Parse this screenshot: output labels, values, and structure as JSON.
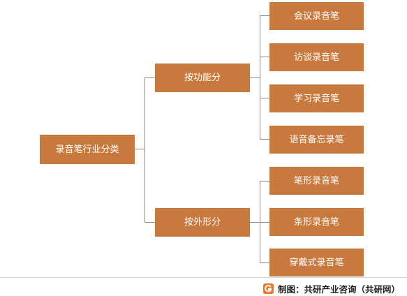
{
  "root": {
    "label": "录音笔行业分类"
  },
  "branches": [
    {
      "label": "按功能分",
      "children": [
        "会议录音笔",
        "访谈录音笔",
        "学习录音笔",
        "语音备忘录笔"
      ]
    },
    {
      "label": "按外形分",
      "children": [
        "笔形录音笔",
        "条形录音笔",
        "穿戴式录音笔"
      ]
    }
  ],
  "footer": {
    "source": "制图：共研产业咨询（共研网）"
  },
  "colors": {
    "node_fill": "#c8793e",
    "node_text": "#ffffff",
    "connector": "#8a8a8a",
    "logo_accent": "#e8792b"
  },
  "icons": {
    "footer_logo": "gonyn-logo-icon"
  }
}
